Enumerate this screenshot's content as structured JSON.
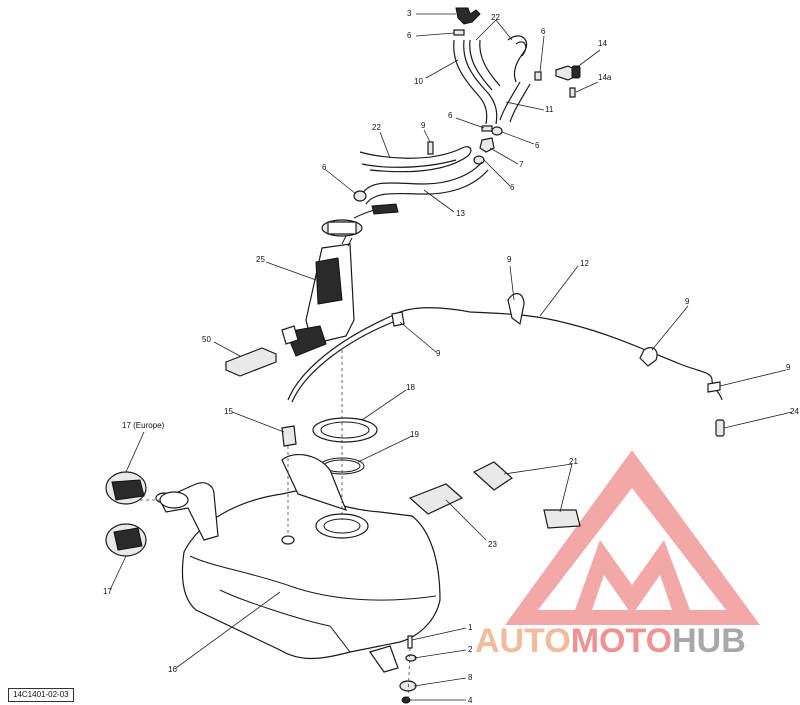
{
  "callouts": {
    "c3": "3",
    "c6a": "6",
    "c22a": "22",
    "c10": "10",
    "c6b": "6",
    "c14": "14",
    "c14a": "14a",
    "c11": "11",
    "c6c": "6",
    "c6d": "6",
    "c7": "7",
    "c6e": "6",
    "c22b": "22",
    "c9a": "9",
    "c6f": "6",
    "c13": "13",
    "c25": "25",
    "c9b": "9",
    "c12": "12",
    "c9c": "9",
    "c50": "50",
    "c9d": "9",
    "c9e": "9",
    "c24": "24",
    "c18": "18",
    "c15": "15",
    "c17eu": "17 (Europe)",
    "c19": "19",
    "c21": "21",
    "c23": "23",
    "c17": "17",
    "c16": "16",
    "c1": "1",
    "c2": "2",
    "c8": "8",
    "c4": "4"
  },
  "diagram_code": "14C1401-02-03",
  "watermark": {
    "part1": "AUTO",
    "part2": "MOTO",
    "part3": "HUB"
  },
  "colors": {
    "brand_orange": "#f2b08a",
    "brand_red": "#ef7f7f",
    "brand_gray": "#9a9a9a"
  }
}
